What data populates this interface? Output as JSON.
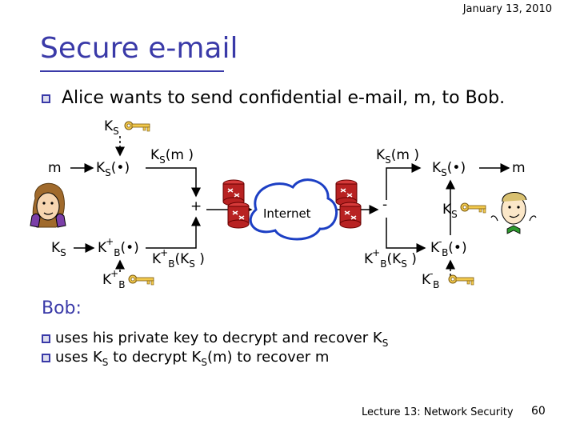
{
  "header": {
    "date": "January 13, 2010"
  },
  "slide": {
    "title": "Secure e-mail",
    "intro": "Alice wants to send confidential e-mail, m, to Bob."
  },
  "diagram": {
    "K": "K",
    "S": "S",
    "B": "B",
    "plus": "+",
    "minus": "-",
    "m": "m",
    "dot_fn": "(•)",
    "of_m": "(m )",
    "open_paren": "(",
    "close_paren": " )",
    "internet": "Internet",
    "alice_icon": "alice-person-icon",
    "bob_icon": "bob-person-icon",
    "key_icon": "key-icon",
    "router_icon": "router-icon",
    "cloud_icon": "cloud-icon"
  },
  "bob": {
    "title": "Bob:",
    "line1_prefix": "uses his private key to decrypt and recover K",
    "line1_sub": "S",
    "line2_a": "uses K",
    "line2_sub1": "S",
    "line2_b": " to decrypt K",
    "line2_sub2": "S",
    "line2_c": "(m) to recover m"
  },
  "footer": {
    "lecture": "Lecture 13: Network Security",
    "page": "60"
  },
  "colors": {
    "accent": "#3a3aa8",
    "router": "#b22222",
    "key": "#d4a020",
    "cloud": "#1c3fc4"
  }
}
